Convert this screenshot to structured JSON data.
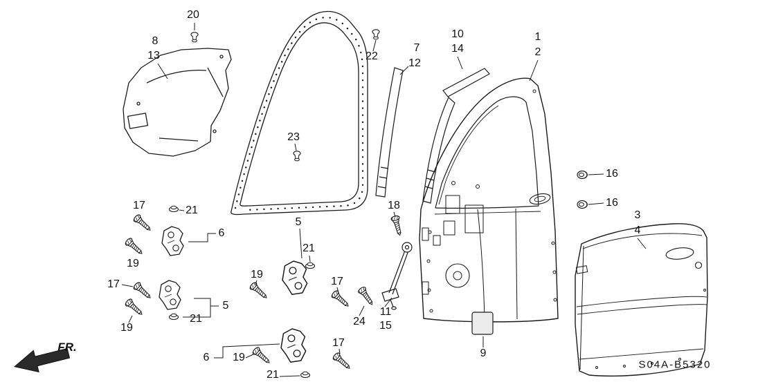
{
  "diagram_code": "S04A-B5320",
  "direction_indicator": "FR.",
  "part_labels": [
    {
      "text": "20"
    },
    {
      "text": "8"
    },
    {
      "text": "13"
    },
    {
      "text": "22"
    },
    {
      "text": "7"
    },
    {
      "text": "12"
    },
    {
      "text": "10"
    },
    {
      "text": "14"
    },
    {
      "text": "1"
    },
    {
      "text": "2"
    },
    {
      "text": "23"
    },
    {
      "text": "16"
    },
    {
      "text": "16"
    },
    {
      "text": "3"
    },
    {
      "text": "4"
    },
    {
      "text": "17"
    },
    {
      "text": "21"
    },
    {
      "text": "6"
    },
    {
      "text": "19"
    },
    {
      "text": "5"
    },
    {
      "text": "21"
    },
    {
      "text": "18"
    },
    {
      "text": "17"
    },
    {
      "text": "19"
    },
    {
      "text": "5"
    },
    {
      "text": "21"
    },
    {
      "text": "19"
    },
    {
      "text": "17"
    },
    {
      "text": "24"
    },
    {
      "text": "11"
    },
    {
      "text": "15"
    },
    {
      "text": "9"
    },
    {
      "text": "17"
    },
    {
      "text": "19"
    },
    {
      "text": "6"
    },
    {
      "text": "21"
    }
  ]
}
